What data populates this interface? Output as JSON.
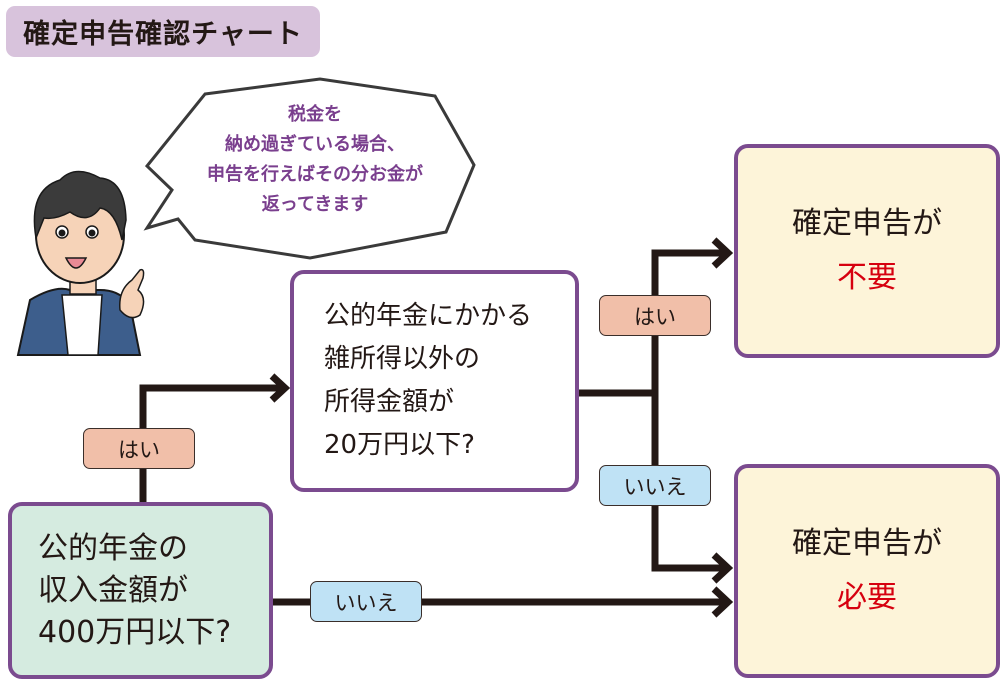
{
  "title": "確定申告確認チャート",
  "speech_bubble": {
    "lines": [
      "税金を",
      "納め過ぎている場合、",
      "申告を行えばその分お金が",
      "返ってきます"
    ]
  },
  "character": {
    "description": "man-in-blue-jacket-pointing"
  },
  "question1": {
    "lines": [
      "公的年金の",
      "収入金額が",
      "400万円以下?"
    ]
  },
  "question2": {
    "lines": [
      "公的年金にかかる",
      "雑所得以外の",
      "所得金額が",
      "20万円以下?"
    ]
  },
  "labels": {
    "q1_yes": "はい",
    "q1_no": "いいえ",
    "q2_yes": "はい",
    "q2_no": "いいえ"
  },
  "result_not_required": {
    "line1": "確定申告が",
    "line2": "不要"
  },
  "result_required": {
    "line1": "確定申告が",
    "line2": "必要"
  },
  "colors": {
    "border": "#7b4b8f",
    "title_bg": "#d8c3dc",
    "q1_bg": "#d5ebe0",
    "result_bg": "#fdf4d9",
    "yes_bg": "#f1bfa9",
    "no_bg": "#bfe2f5",
    "emphasis": "#d6000f",
    "bubble_text": "#7a3f8e"
  }
}
